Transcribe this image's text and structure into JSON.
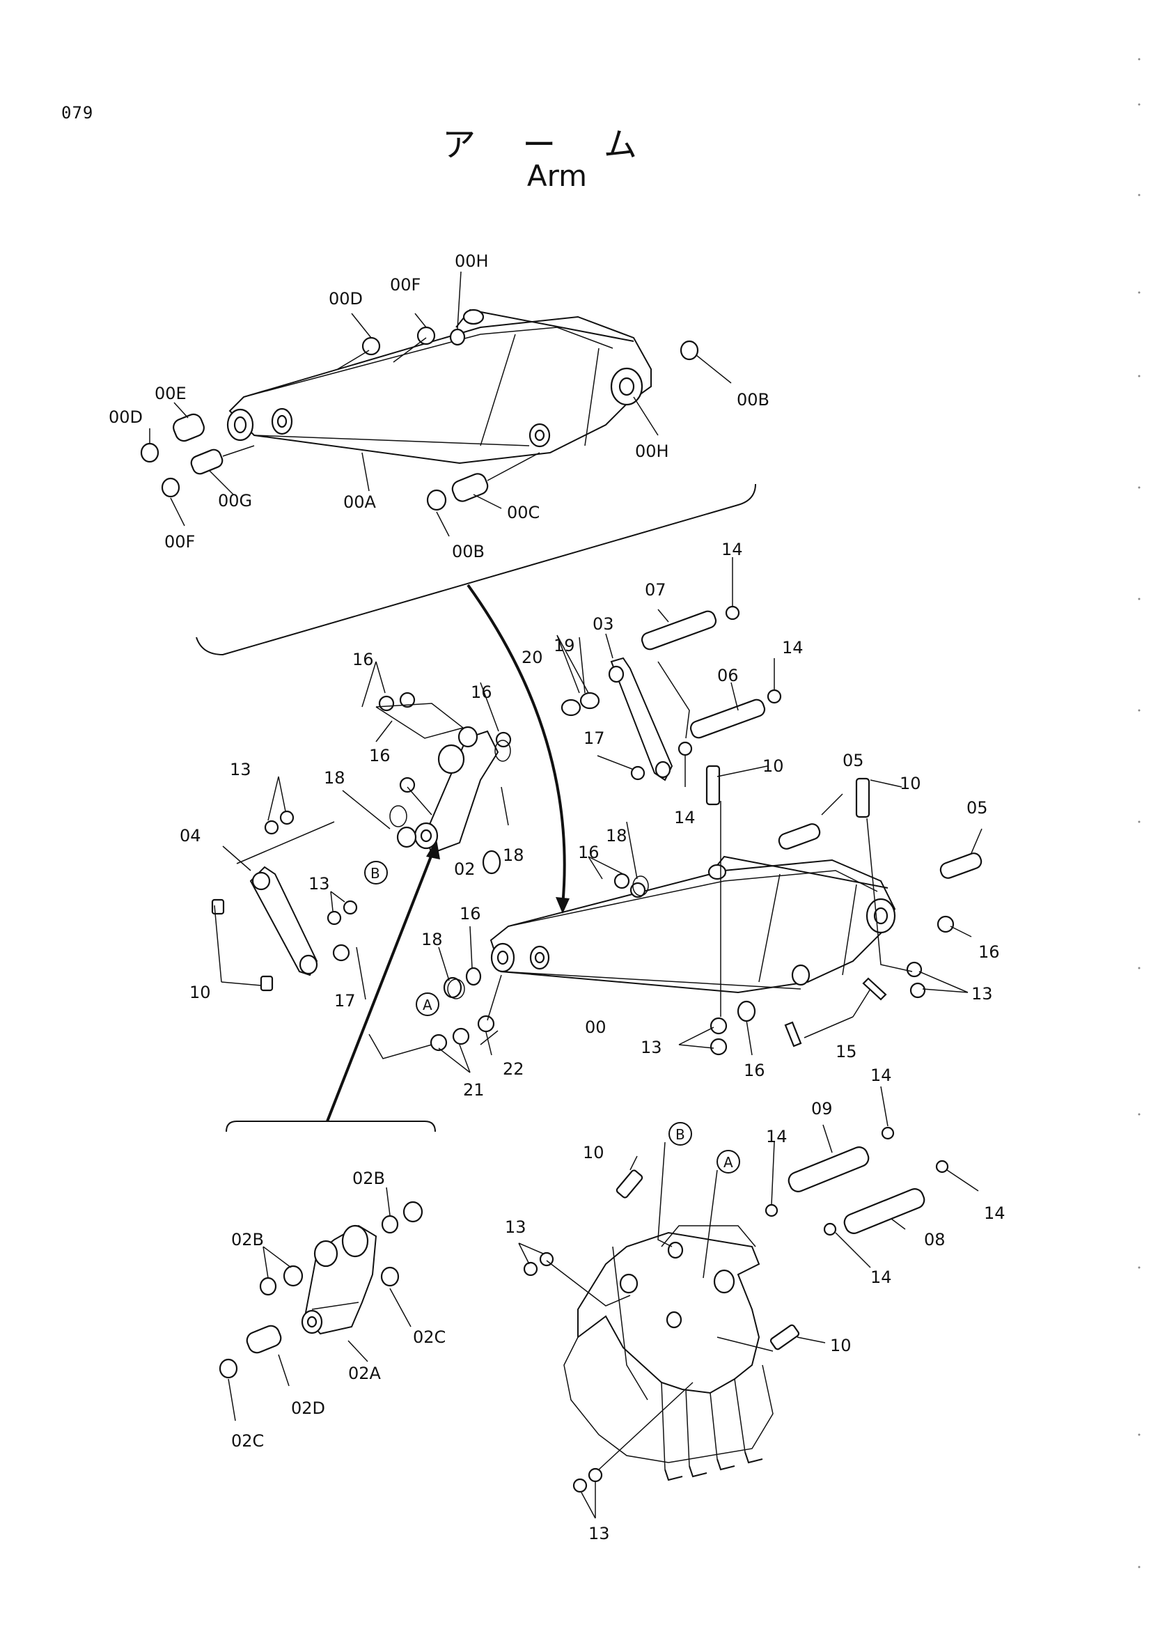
{
  "page_number": "079",
  "title_jp": "アーム",
  "title_en": "Arm",
  "callouts": {
    "c00D_a": "00D",
    "c00F_a": "00F",
    "c00H_a": "00H",
    "c00E": "00E",
    "c00D_b": "00D",
    "c00F_b": "00F",
    "c00G": "00G",
    "c00A": "00A",
    "c00B_a": "00B",
    "c00C": "00C",
    "c00H_b": "00H",
    "c00B_b": "00B",
    "c16_a": "16",
    "c16_b": "16",
    "c16_c": "16",
    "c13_a": "13",
    "c18_a": "18",
    "c04": "04",
    "cB_a": "B",
    "c02": "02",
    "c18_b": "18",
    "c13_b": "13",
    "c10_a": "10",
    "c17_a": "17",
    "c20": "20",
    "c19": "19",
    "c03": "03",
    "c07": "07",
    "c14_a": "14",
    "c14_b": "14",
    "c06": "06",
    "c17_b": "17",
    "c14_c": "14",
    "c10_b": "10",
    "c05_a": "05",
    "c10_c": "10",
    "c05_b": "05",
    "c16_d": "16",
    "c18_c": "18",
    "c16_e": "16",
    "c18_d": "18",
    "cA_a": "A",
    "c00": "00",
    "c13_c": "13",
    "c16_f": "16",
    "c15": "15",
    "c13_d": "13",
    "c16_g": "16",
    "c21": "21",
    "c22": "22",
    "c02B_a": "02B",
    "c02B_b": "02B",
    "c02A": "02A",
    "c02C_a": "02C",
    "c02D": "02D",
    "c02C_b": "02C",
    "cB_b": "B",
    "cA_b": "A",
    "c10_d": "10",
    "c13_e": "13",
    "c14_d": "14",
    "c09": "09",
    "c14_e": "14",
    "c14_f": "14",
    "c08": "08",
    "c14_g": "14",
    "c10_e": "10",
    "c13_f": "13"
  }
}
